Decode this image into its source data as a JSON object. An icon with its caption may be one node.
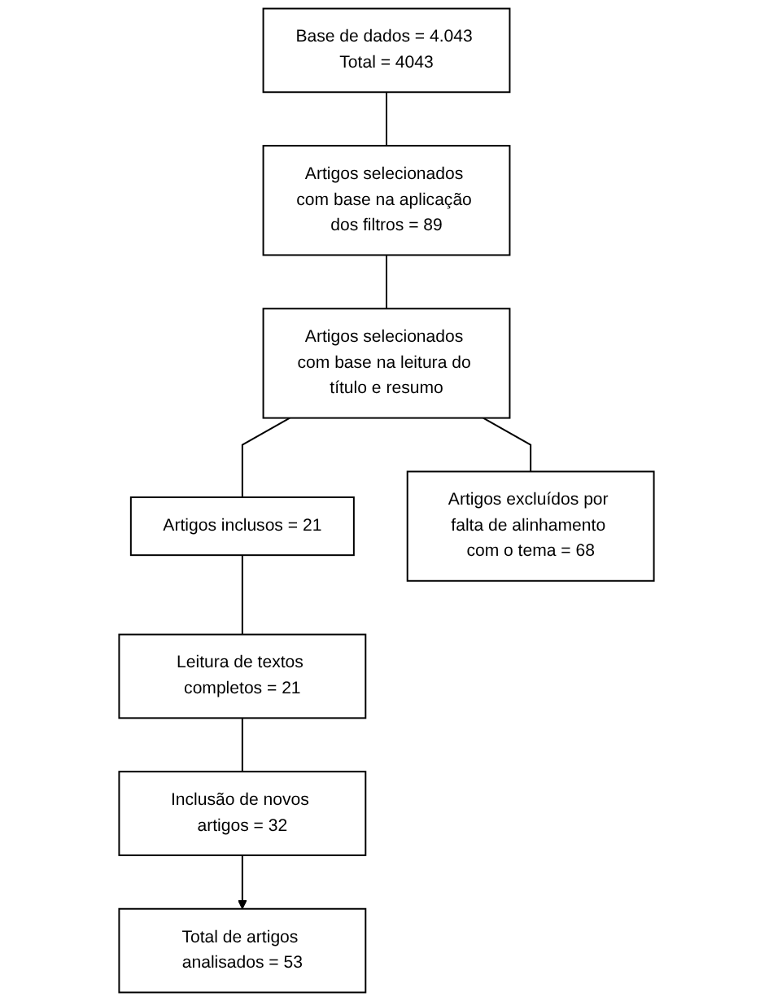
{
  "diagram": {
    "nodes": [
      {
        "text": [
          "Base de dados = 4.043 Total = 4043"
        ]
      },
      {
        "text": [
          "Artigos selecionados com base na aplicação dos filtros = 89"
        ]
      },
      {
        "text": [
          "Artigos selecionados com base na leitura do título e resumo"
        ]
      },
      {
        "text": [
          "Artigos inclusos = 21"
        ]
      },
      {
        "text": [
          "Artigos excluídos por falta de alinhamento com o tema = 68"
        ]
      },
      {
        "text": [
          "Leitura de textos completos = 21"
        ]
      },
      {
        "text": [
          "Inclusão de novos artigos = 32"
        ]
      },
      {
        "text": [
          "Total de artigos analisados = 53"
        ]
      }
    ],
    "edges": [
      {
        "from": 0,
        "to": 1,
        "arrow": "none"
      },
      {
        "from": 1,
        "to": 2,
        "arrow": "none"
      },
      {
        "from": 2,
        "to": 3,
        "arrow": "none"
      },
      {
        "from": 2,
        "to": 4,
        "arrow": "none"
      },
      {
        "from": 3,
        "to": 5,
        "arrow": "none"
      },
      {
        "from": 5,
        "to": 6,
        "arrow": "none"
      },
      {
        "from": 6,
        "to": 7,
        "arrow": "to"
      }
    ]
  }
}
